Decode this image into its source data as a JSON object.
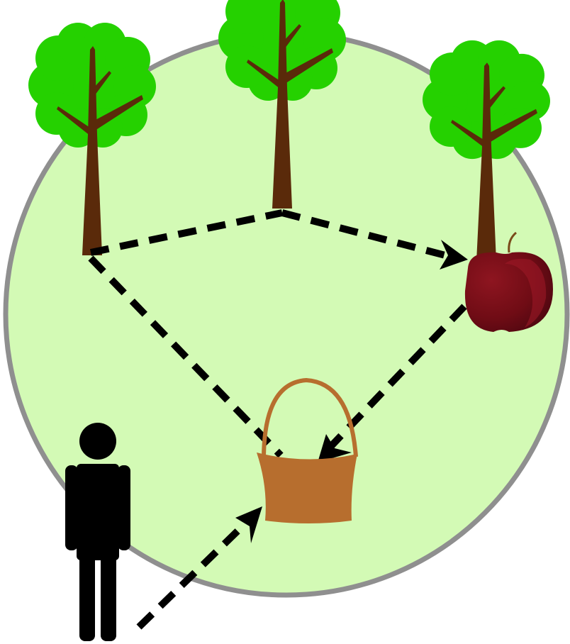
{
  "diagram": {
    "colors": {
      "area_fill": "#d3fab5",
      "area_stroke": "#8f8f8f",
      "foliage": "#25d100",
      "trunk": "#5a2a0a",
      "apple": "#7a0e17",
      "apple_dark": "#4d0710",
      "basket": "#b76e2e",
      "person": "#000000",
      "path": "#000000"
    },
    "nodes": [
      {
        "id": "tree-left",
        "kind": "tree-icon"
      },
      {
        "id": "tree-middle",
        "kind": "tree-icon"
      },
      {
        "id": "tree-right",
        "kind": "tree-icon"
      },
      {
        "id": "apple",
        "kind": "apple-icon"
      },
      {
        "id": "basket",
        "kind": "basket-icon"
      },
      {
        "id": "person",
        "kind": "person-icon"
      }
    ],
    "edges": [
      {
        "from": "tree-left",
        "to": "tree-middle",
        "arrow": false
      },
      {
        "from": "tree-middle",
        "to": "apple",
        "arrow": true
      },
      {
        "from": "apple",
        "to": "basket",
        "arrow": true
      },
      {
        "from": "tree-left",
        "to": "basket",
        "arrow": false
      },
      {
        "from": "person",
        "to": "basket",
        "arrow": true
      }
    ]
  }
}
